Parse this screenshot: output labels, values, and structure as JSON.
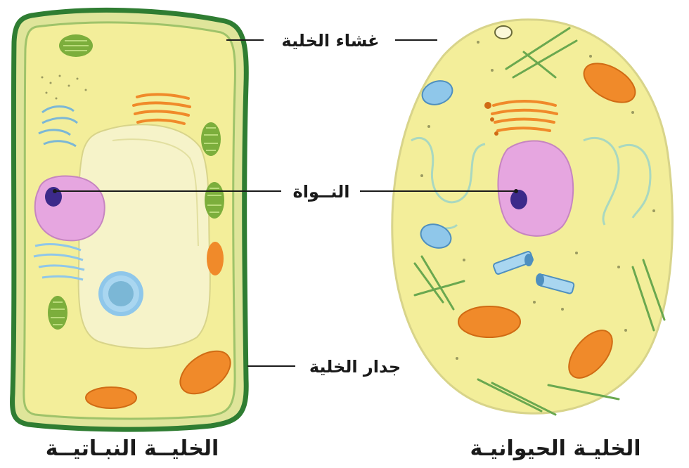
{
  "labels": {
    "cell_membrane": "غشاء الخلية",
    "nucleus": "النــواة",
    "cell_wall": "جدار الخلية"
  },
  "captions": {
    "plant_cell": "الخليــة النبـاتيــة",
    "animal_cell": "الخليـة الحيوانيـة"
  },
  "colors": {
    "cytoplasm": "#f3ee9a",
    "cell_wall": "#2f7d32",
    "nucleus": "#e6a6e0",
    "nucleolus": "#3c2a8a",
    "mitochondria": "#f08a2a",
    "chloroplast": "#7cae3c",
    "vacuole": "#f4f1c2",
    "vesicle": "#8fc7ea"
  }
}
